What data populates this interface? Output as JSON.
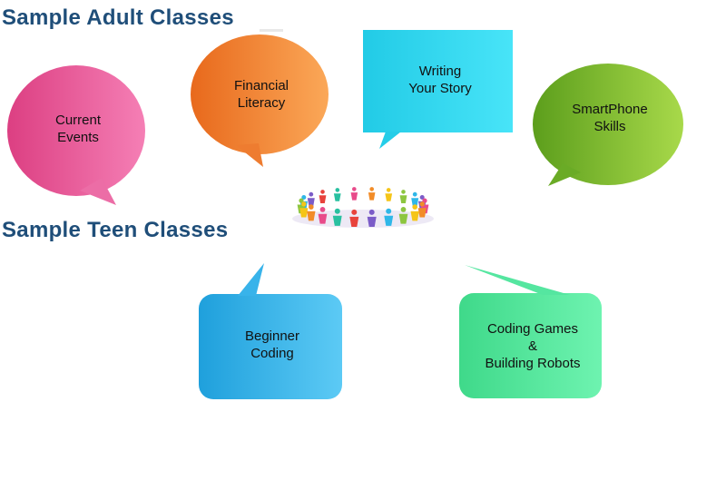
{
  "headings": {
    "adult": "Sample Adult Classes",
    "teen": "Sample Teen Classes"
  },
  "adult_classes": [
    {
      "line1": "Current",
      "line2": "Events",
      "color": "#e65596"
    },
    {
      "line1": "Financial",
      "line2": "Literacy",
      "color": "#f07a2a"
    },
    {
      "line1": "Writing",
      "line2": "Your Story",
      "color": "#2fd6ee"
    },
    {
      "line1": "SmartPhone",
      "line2": "Skills",
      "color": "#8dc63f"
    }
  ],
  "teen_classes": [
    {
      "line1": "Beginner",
      "line2": "Coding",
      "color": "#3aaee8"
    },
    {
      "line1": "Coding Games",
      "line2": "&",
      "line3": "Building Robots",
      "color": "#55e8a0"
    }
  ],
  "center_graphic": {
    "icon": "people-circle-icon"
  },
  "colors": {
    "heading": "#1f4e79",
    "background": "#ffffff"
  }
}
